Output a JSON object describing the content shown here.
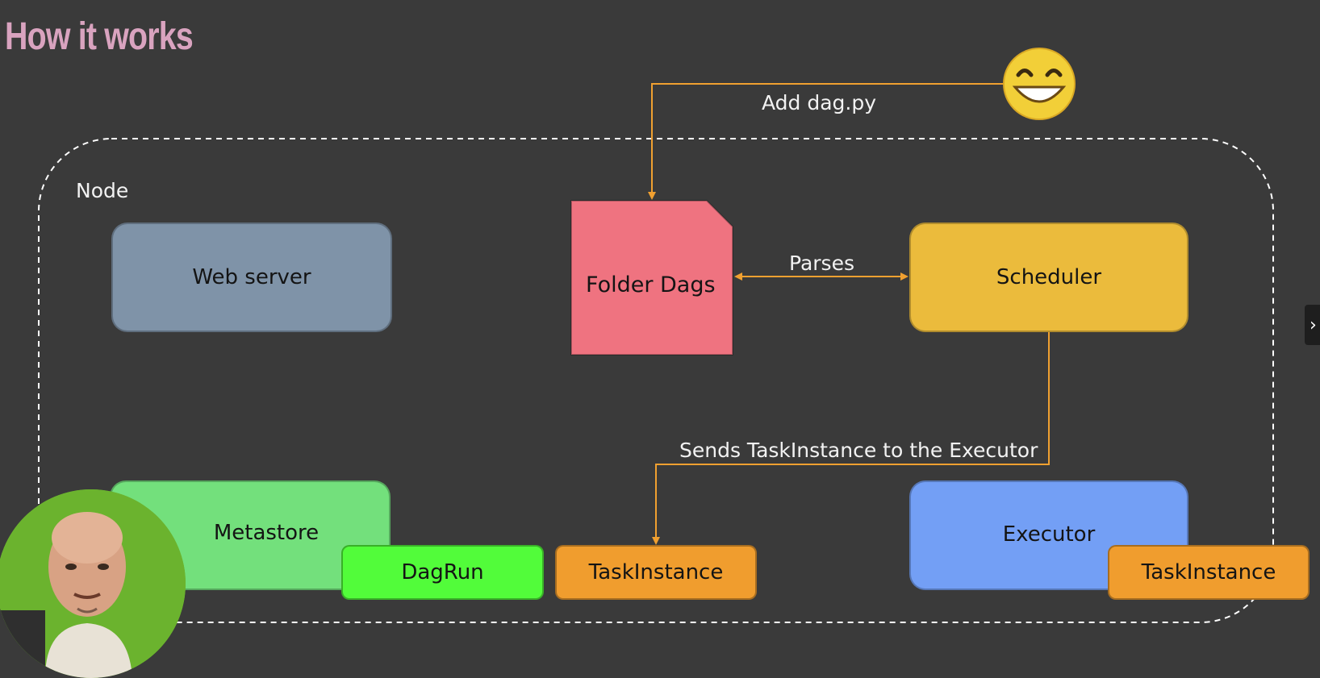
{
  "title": "How it works",
  "node_label": "Node",
  "boxes": {
    "web_server": "Web server",
    "folder_dags": "Folder Dags",
    "scheduler": "Scheduler",
    "metastore": "Metastore",
    "executor": "Executor",
    "dagrun": "DagRun",
    "taskinstance_queue": "TaskInstance",
    "taskinstance_executor": "TaskInstance"
  },
  "edges": {
    "add_dag": "Add dag.py",
    "parses": "Parses",
    "sends": "Sends TaskInstance to the Executor"
  },
  "colors": {
    "background": "#3a3a3a",
    "title": "#d9a3bf",
    "web_server": "#7f93a8",
    "folder_dags": "#ef7380",
    "scheduler": "#ebbb3c",
    "metastore": "#73e07c",
    "executor": "#739ff5",
    "dagrun": "#52fc3a",
    "taskinstance": "#f09d2e",
    "arrows": "#f0a030"
  },
  "icons": [
    "grinning-face-emoji-icon",
    "chevron-right-icon"
  ]
}
